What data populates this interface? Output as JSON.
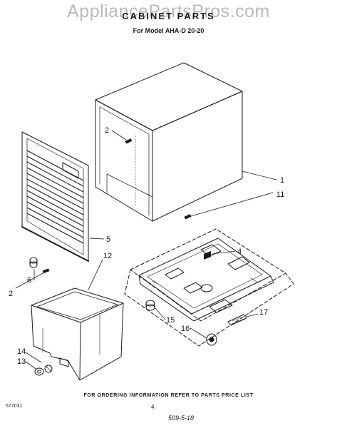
{
  "watermark": "AppliancePartsPros.com",
  "header": {
    "title": "CABINET PARTS",
    "subtitle": "For Model AHA-D 20-20"
  },
  "callouts": {
    "cabinet": "1",
    "screw_cabinet_top": "2",
    "screw_grille": "2",
    "slide_tray": "4",
    "front_grille": "5",
    "knob": "6",
    "bucket": "12",
    "washer": "13",
    "cap": "14",
    "pad": "15",
    "caster": "16",
    "clip": "17",
    "screw_cabinet_bottom": "11"
  },
  "footer": {
    "ordering_note": "FOR ORDERING INFORMATION REFER TO PARTS PRICE LIST",
    "document_number": "677031",
    "page_number": "4",
    "handwritten": "509-5-18"
  }
}
